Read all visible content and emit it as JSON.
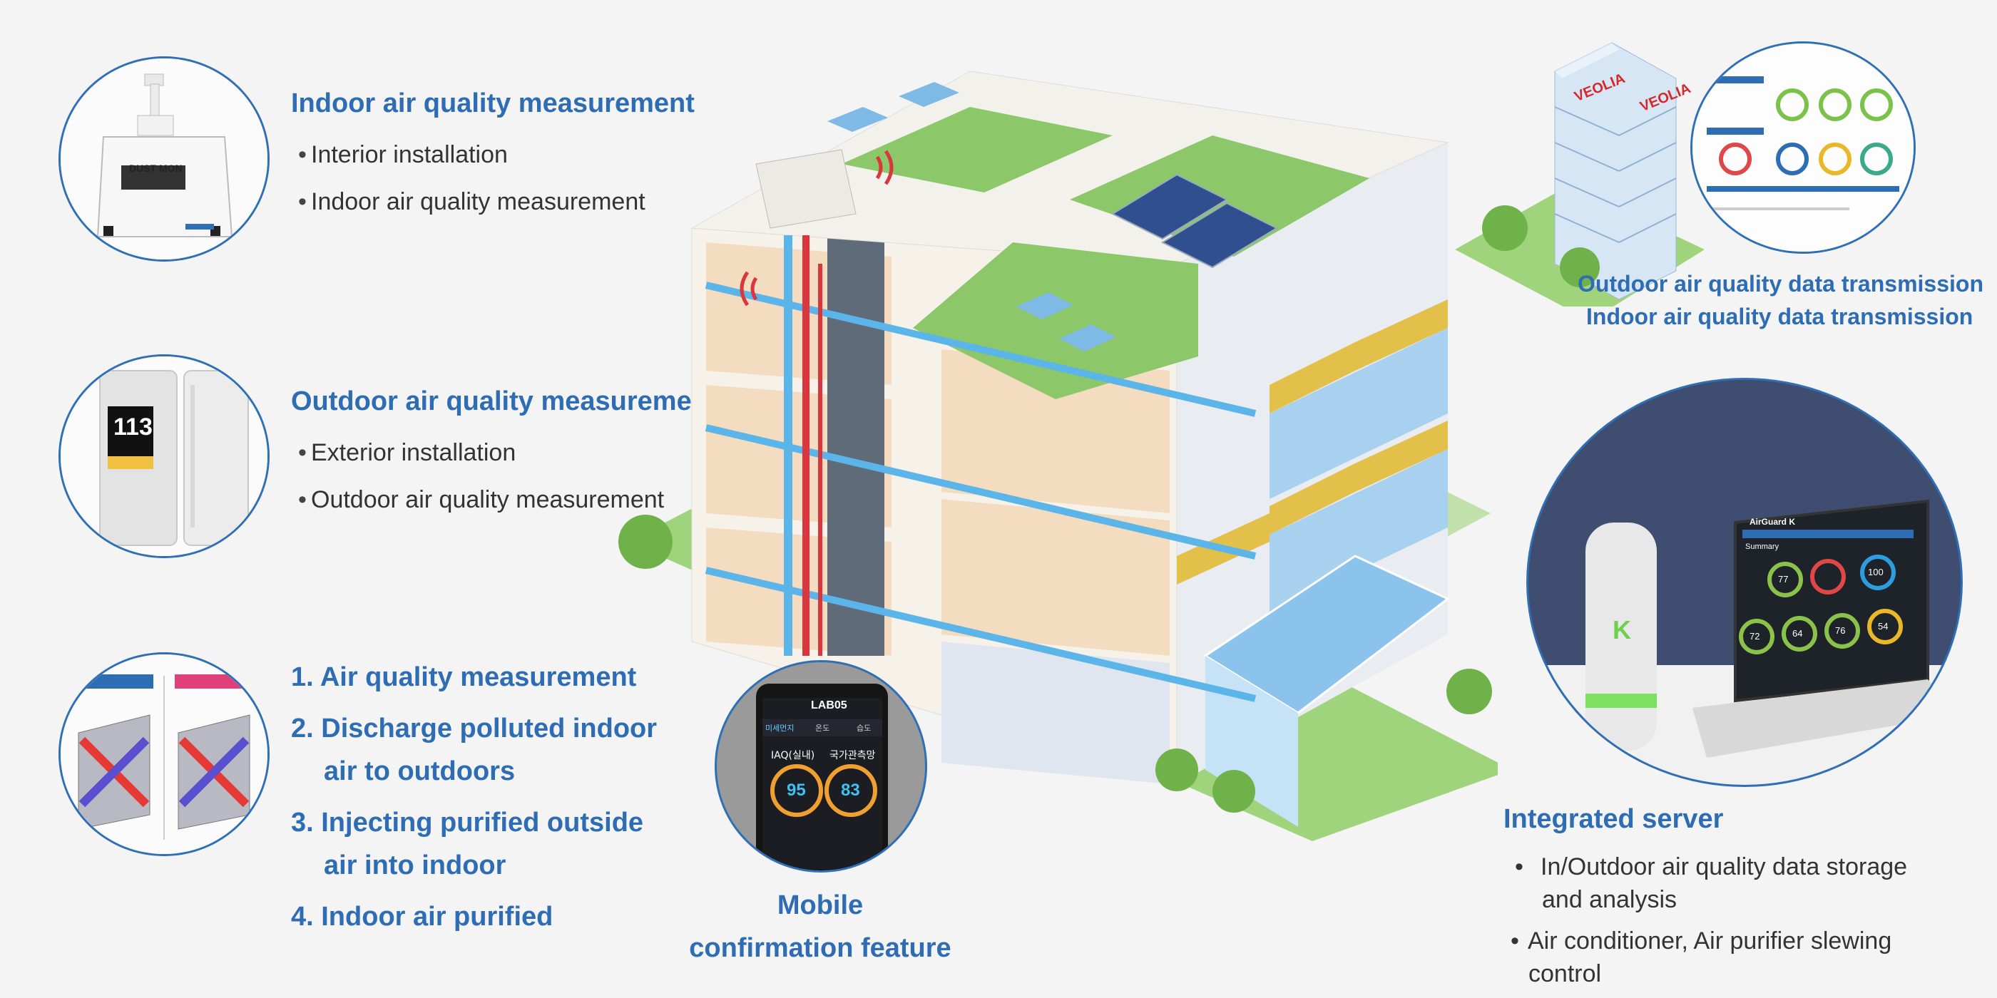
{
  "indoor": {
    "heading": "Indoor air quality measurement",
    "bullets": [
      "Interior installation",
      "Indoor air quality measurement"
    ],
    "device_label": "DUST MON"
  },
  "outdoor": {
    "heading": "Outdoor air quality measurement",
    "bullets": [
      "Exterior installation",
      "Outdoor air quality measurement"
    ],
    "device_reading": "113"
  },
  "steps": [
    "1. Air quality measurement",
    "2. Discharge polluted indoor",
    "air to outdoors",
    "3. Injecting purified outside",
    "air into indoor",
    "4. Indoor air purified"
  ],
  "mobile": {
    "caption_line1": "Mobile",
    "caption_line2": "confirmation feature",
    "screen_title": "LAB05",
    "tabs": [
      "미세먼지",
      "온도",
      "습도"
    ],
    "gauge_labels": [
      "IAQ(실내)",
      "국가관측망"
    ],
    "gauge_values": [
      "95",
      "83"
    ]
  },
  "transmission": {
    "line1": "Outdoor air quality data transmission",
    "line2": "Indoor air quality data transmission",
    "building_sign": "VEOLIA"
  },
  "server": {
    "heading": "Integrated server",
    "bullets": [
      "In/Outdoor air quality data storage",
      "and analysis",
      "Air conditioner, Air purifier slewing",
      "control"
    ],
    "laptop_title": "AirGuard K",
    "laptop_summary": "Summary",
    "gauge_values": [
      "77",
      "",
      "100",
      "72",
      "64",
      "76",
      "54"
    ],
    "device_letter": "K"
  },
  "colors": {
    "accent": "#2e6db4",
    "duct_blue": "#5bb5e8",
    "duct_red": "#d9363e",
    "roof_green": "#8cc86a"
  }
}
